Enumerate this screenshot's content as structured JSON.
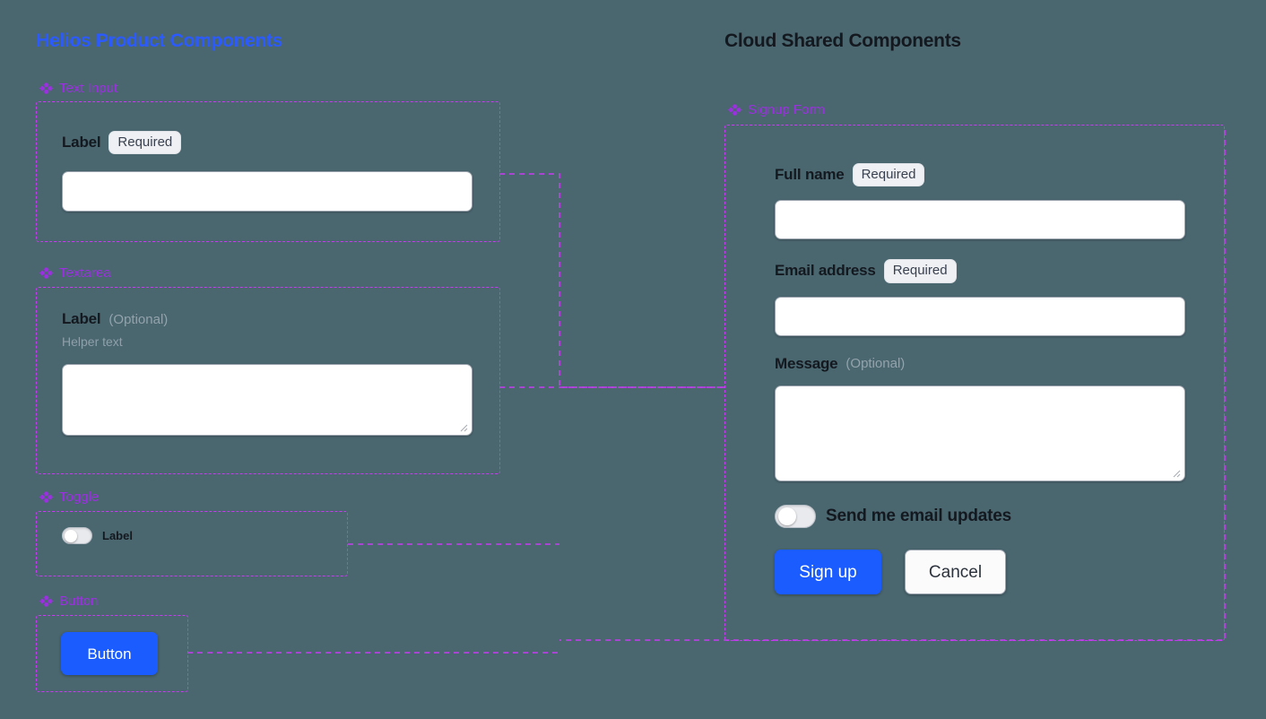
{
  "colors": {
    "background": "#4a666f",
    "accent_purple": "#c63bf0",
    "label_purple": "#9b30e0",
    "heading_blue": "#2b5bff",
    "heading_dark": "#14181f",
    "primary_button": "#1b5cff",
    "field_white": "#ffffff",
    "muted_text": "#93a3ac"
  },
  "left_panel": {
    "title": "Helios Product Components",
    "groups": [
      {
        "icon": "components-diamond-icon",
        "label": "Text Input"
      },
      {
        "icon": "components-diamond-icon",
        "label": "Textarea"
      },
      {
        "icon": "components-diamond-icon",
        "label": "Toggle"
      },
      {
        "icon": "components-diamond-icon",
        "label": "Button"
      }
    ],
    "text_input": {
      "label": "Label",
      "badge": "Required",
      "value": "",
      "placeholder": ""
    },
    "textarea": {
      "label": "Label",
      "optional": "(Optional)",
      "helper": "Helper text",
      "value": "",
      "placeholder": ""
    },
    "toggle": {
      "label": "Label",
      "checked": false
    },
    "button": {
      "label": "Button"
    }
  },
  "right_panel": {
    "title": "Cloud Shared Components",
    "group": {
      "icon": "components-diamond-icon",
      "label": "Signup Form"
    },
    "signup_form": {
      "full_name": {
        "label": "Full name",
        "badge": "Required",
        "value": "",
        "placeholder": ""
      },
      "email": {
        "label": "Email address",
        "badge": "Required",
        "value": "",
        "placeholder": ""
      },
      "message": {
        "label": "Message",
        "optional": "(Optional)",
        "value": "",
        "placeholder": ""
      },
      "email_updates_toggle": {
        "label": "Send me email updates",
        "checked": false
      },
      "submit_button": "Sign up",
      "cancel_button": "Cancel"
    }
  }
}
